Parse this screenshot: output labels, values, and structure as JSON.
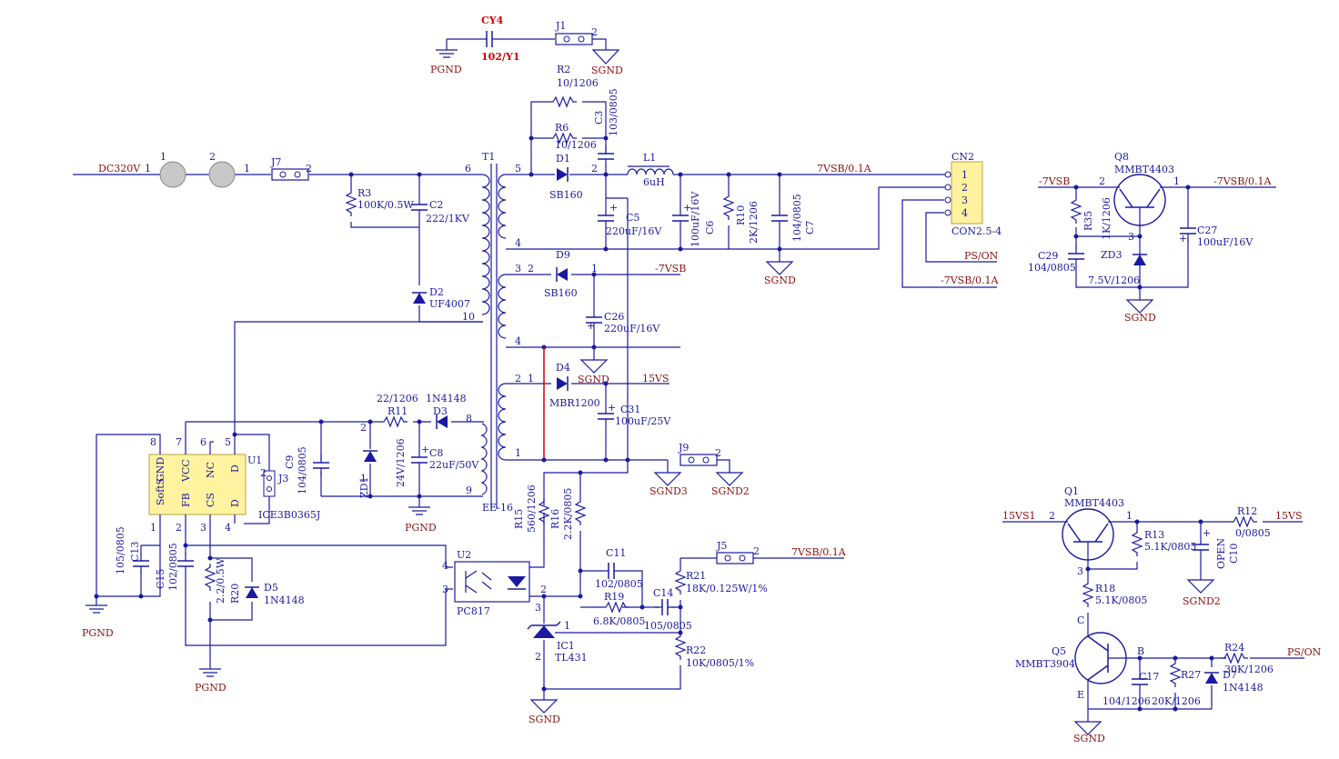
{
  "colors": {
    "wire": "#1a1aa0",
    "net": "#8b1010",
    "highlight": "#d40000",
    "chip": "#fff3a0"
  },
  "nets": {
    "dc320v": "DC320V",
    "p7vsb": "7VSB/0.1A",
    "m7vsb": "-7VSB",
    "m7vsb01": "-7VSB/0.1A",
    "ps_on": "PS/ON",
    "v15vs": "15VS",
    "v15vs1": "15VS1",
    "pgnd": "PGND",
    "sgnd": "SGND",
    "sgnd2": "SGND2",
    "sgnd3": "SGND3"
  },
  "parts": {
    "cy4": {
      "ref": "CY4",
      "val": "102/Y1"
    },
    "j1": {
      "ref": "J1"
    },
    "j7": {
      "ref": "J7"
    },
    "j9": {
      "ref": "J9"
    },
    "j5": {
      "ref": "J5"
    },
    "j3": {
      "ref": "J3"
    },
    "r2": {
      "ref": "R2",
      "val": "10/1206"
    },
    "r6": {
      "ref": "R6",
      "val": "10/1206"
    },
    "c3": {
      "ref": "C3",
      "val": "103/0805"
    },
    "d1": {
      "ref": "D1",
      "val": "SB160"
    },
    "d9": {
      "ref": "D9",
      "val": "SB160"
    },
    "d4": {
      "ref": "D4",
      "val": "MBR1200"
    },
    "l1": {
      "ref": "L1",
      "val": "6uH"
    },
    "c5": {
      "ref": "C5",
      "val": "220uF/16V"
    },
    "c6": {
      "ref": "C6",
      "val": "100uF/16V"
    },
    "r10": {
      "ref": "R10",
      "val": "2K/1206"
    },
    "c7": {
      "ref": "C7",
      "val": "104/0805"
    },
    "t1": {
      "ref": "T1",
      "val": "EE-16"
    },
    "r3": {
      "ref": "R3",
      "val": "100K/0.5W"
    },
    "c2": {
      "ref": "C2",
      "val": "222/1KV"
    },
    "d2": {
      "ref": "D2",
      "val": "UF4007"
    },
    "c26": {
      "ref": "C26",
      "val": "220uF/16V"
    },
    "c31": {
      "ref": "C31",
      "val": "100uF/25V"
    },
    "r11": {
      "ref": "R11",
      "val": "22/1206"
    },
    "d3": {
      "ref": "D3",
      "val": "1N4148"
    },
    "zd1": {
      "ref": "ZD1",
      "val": "24V/1206"
    },
    "c8": {
      "ref": "C8",
      "val": "22uF/50V"
    },
    "c9": {
      "ref": "C9",
      "val": "104/0805"
    },
    "u1": {
      "ref": "U1",
      "val": "ICE3B0365J",
      "pins": [
        "SoftS",
        "GND",
        "VCC",
        "NC",
        "D",
        "FB",
        "CS",
        "D"
      ]
    },
    "c13": {
      "ref": "C13",
      "val": "105/0805"
    },
    "c15": {
      "ref": "C15",
      "val": "102/0805"
    },
    "r20": {
      "ref": "R20",
      "val": "2.2/0.5W"
    },
    "d5": {
      "ref": "D5",
      "val": "1N4148"
    },
    "r15": {
      "ref": "R15",
      "val": "560/1206"
    },
    "r16": {
      "ref": "R16",
      "val": "2.2K/0805"
    },
    "u2": {
      "ref": "U2",
      "val": "PC817"
    },
    "c11": {
      "ref": "C11",
      "val": "102/0805"
    },
    "r19": {
      "ref": "R19",
      "val": "6.8K/0805"
    },
    "c14": {
      "ref": "C14",
      "val": "105/0805"
    },
    "r21": {
      "ref": "R21",
      "val": "18K/0.125W/1%"
    },
    "r22": {
      "ref": "R22",
      "val": "10K/0805/1%"
    },
    "ic1": {
      "ref": "IC1",
      "val": "TL431"
    },
    "cn2": {
      "ref": "CN2",
      "val": "CON2.5-4"
    },
    "q8": {
      "ref": "Q8",
      "val": "MMBT4403"
    },
    "r35": {
      "ref": "R35",
      "val": "1K/1206"
    },
    "c29": {
      "ref": "C29",
      "val": "104/0805"
    },
    "zd3": {
      "ref": "ZD3",
      "val": "7.5V/1206"
    },
    "c27": {
      "ref": "C27",
      "val": "100uF/16V"
    },
    "q1": {
      "ref": "Q1",
      "val": "MMBT4403"
    },
    "r13": {
      "ref": "R13",
      "val": "5.1K/0805"
    },
    "c10": {
      "ref": "C10",
      "val": "OPEN"
    },
    "r12": {
      "ref": "R12",
      "val": "0/0805"
    },
    "r18": {
      "ref": "R18",
      "val": "5.1K/0805"
    },
    "q5": {
      "ref": "Q5",
      "val": "MMBT3904"
    },
    "c17": {
      "ref": "C17",
      "val": "104/1206"
    },
    "r27": {
      "ref": "R27",
      "val": "20K/1206"
    },
    "d7": {
      "ref": "D7",
      "val": "1N4148"
    },
    "r24": {
      "ref": "R24",
      "val": "30K/1206"
    }
  },
  "pin": {
    "n1": "1",
    "n2": "2",
    "n3": "3",
    "n4": "4",
    "n5": "5",
    "n6": "6",
    "n7": "7",
    "n8": "8",
    "n9": "9",
    "n10": "10",
    "b": "B",
    "c": "C",
    "e": "E"
  }
}
